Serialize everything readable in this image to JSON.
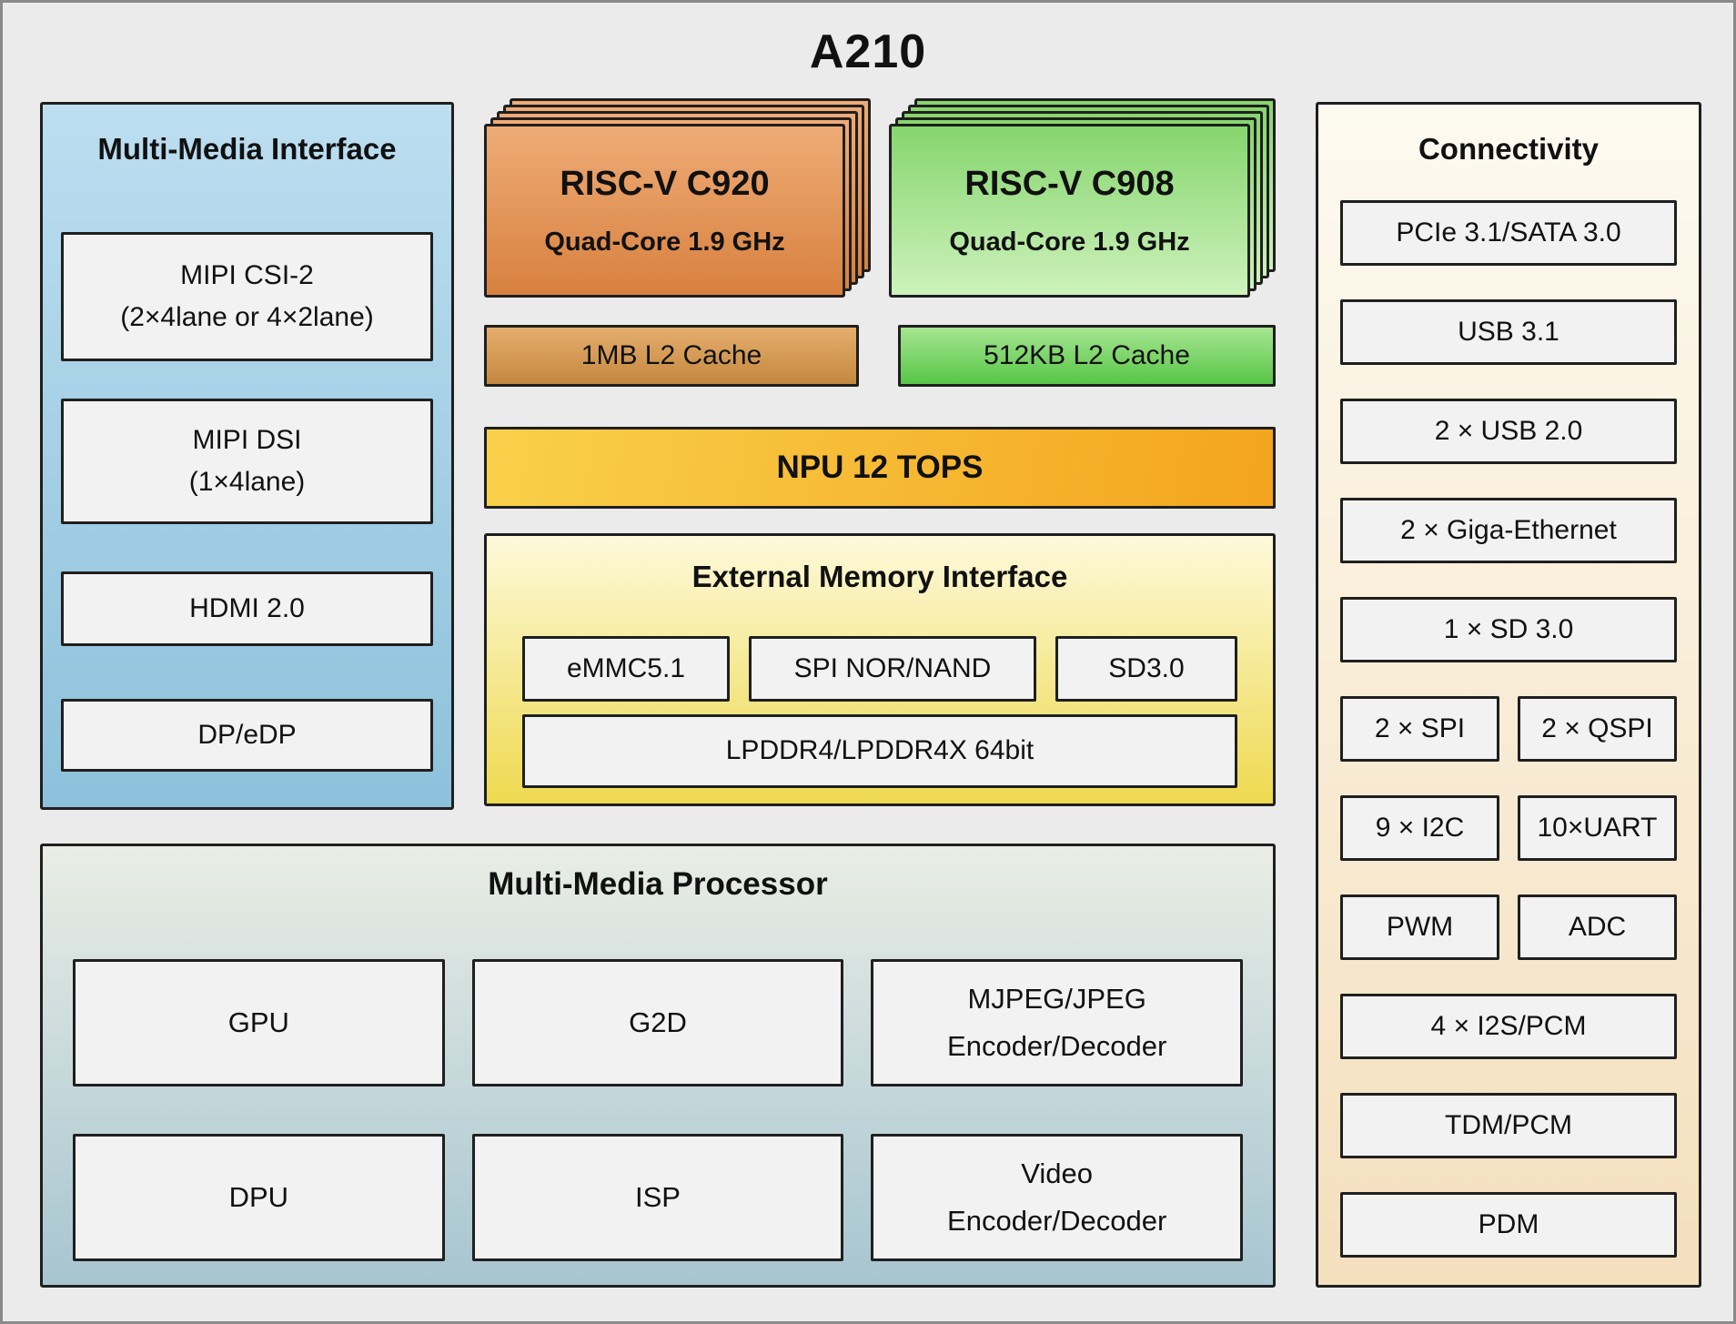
{
  "title": "A210",
  "colors": {
    "canvas_bg": "#ebebeb",
    "panel_mmi": "#a9d2e8",
    "cpu_c920": "#e39a5d",
    "cpu_c908": "#8fd878",
    "cache_c920": "#d49a55",
    "cache_c908": "#7ed167",
    "npu": "#f6b42c",
    "panel_emi": "#f5e27a",
    "panel_mmp": "#c3d4da",
    "panel_connectivity": "#f9eeda",
    "box_fill": "#f2f2f2",
    "box_border": "#1f1f1f"
  },
  "mmi": {
    "title": "Multi-Media Interface",
    "items": [
      {
        "line1": "MIPI CSI-2",
        "line2": "(2×4lane or 4×2lane)"
      },
      {
        "line1": "MIPI DSI",
        "line2": "(1×4lane)"
      },
      {
        "line1": "HDMI 2.0"
      },
      {
        "line1": "DP/eDP"
      }
    ]
  },
  "cpu": {
    "c920": {
      "name": "RISC-V C920",
      "spec": "Quad-Core 1.9 GHz",
      "cache": "1MB L2 Cache"
    },
    "c908": {
      "name": "RISC-V C908",
      "spec": "Quad-Core 1.9 GHz",
      "cache": "512KB L2 Cache"
    }
  },
  "npu": {
    "label": "NPU 12 TOPS"
  },
  "emi": {
    "title": "External Memory Interface",
    "slots": [
      "eMMC5.1",
      "SPI NOR/NAND",
      "SD3.0"
    ],
    "wide": "LPDDR4/LPDDR4X 64bit"
  },
  "mmp": {
    "title": "Multi-Media Processor",
    "items": [
      {
        "line1": "GPU"
      },
      {
        "line1": "G2D"
      },
      {
        "line1": "MJPEG/JPEG",
        "line2": "Encoder/Decoder"
      },
      {
        "line1": "DPU"
      },
      {
        "line1": "ISP"
      },
      {
        "line1": "Video",
        "line2": "Encoder/Decoder"
      }
    ]
  },
  "connectivity": {
    "title": "Connectivity",
    "items": [
      "PCIe 3.1/SATA 3.0",
      "USB 3.1",
      "2 × USB 2.0",
      "2 × Giga-Ethernet",
      "1 × SD 3.0",
      "2 × SPI",
      "2 × QSPI",
      "9 × I2C",
      "10×UART",
      "PWM",
      "ADC",
      "4 × I2S/PCM",
      "TDM/PCM",
      "PDM"
    ]
  }
}
